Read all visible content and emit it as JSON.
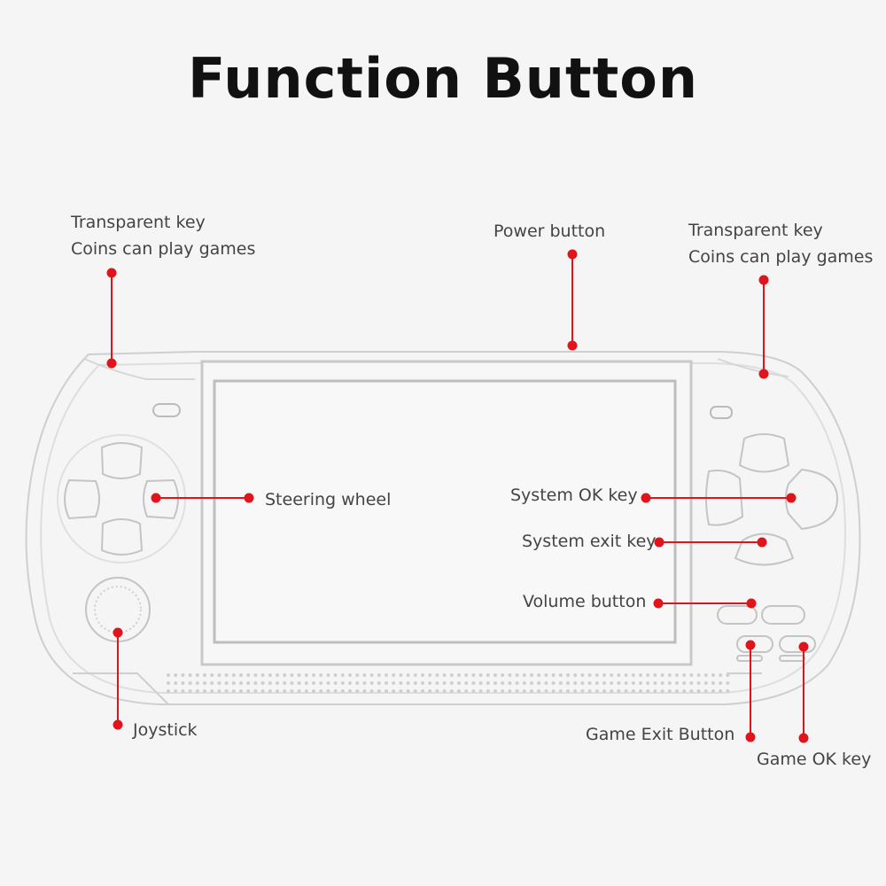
{
  "title": "Function Button",
  "colors": {
    "callout": "#e0141b",
    "outline": "#c8c8c8",
    "background": "#f5f5f5"
  },
  "labels": {
    "transparent_key_left": {
      "line1": "Transparent key",
      "line2": "Coins can play games"
    },
    "power_button": "Power button",
    "transparent_key_right": {
      "line1": "Transparent key",
      "line2": "Coins can play games"
    },
    "steering_wheel": "Steering wheel",
    "system_ok_key": "System OK key",
    "system_exit_key": "System exit key",
    "volume_button": "Volume button",
    "joystick": "Joystick",
    "game_exit_button": "Game Exit Button",
    "game_ok_key": "Game OK key"
  }
}
